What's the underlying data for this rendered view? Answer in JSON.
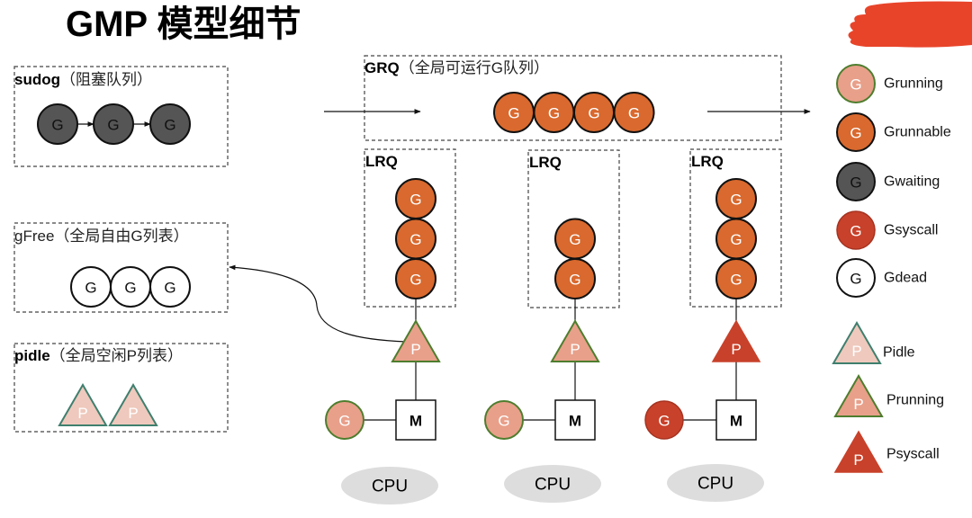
{
  "title": "GMP 模型细节",
  "colors": {
    "grunning_fill": "#E8A08A",
    "grunning_stroke": "#4E7D2E",
    "grunnable_fill": "#D9692E",
    "gwaiting_fill": "#555555",
    "gsyscall_fill": "#C8412A",
    "gsyscall_stroke": "#A63321",
    "gdead_fill": "#FFFFFF",
    "pidle_fill": "#EFC9BD",
    "pidle_stroke": "#3F7F6E",
    "prunning_fill": "#E8A08A",
    "prunning_stroke": "#4E7D2E",
    "psyscall_fill": "#C8412A",
    "redaction": "#E8442A",
    "cpu_fill": "#DDDDDD"
  },
  "boxes": {
    "sudog": {
      "name": "sudog",
      "desc": "（阻塞队列）",
      "g_state": "Gwaiting",
      "count": 3
    },
    "gfree": {
      "name": "gFree",
      "desc": "（全局自由G列表）",
      "g_state": "Gdead",
      "count": 3
    },
    "pidle": {
      "name": "pidle",
      "desc": "（全局空闲P列表）",
      "p_state": "Pidle",
      "count": 2
    },
    "grq": {
      "name": "GRQ",
      "desc": "（全局可运行G队列）",
      "g_state": "Grunnable",
      "count": 4
    }
  },
  "glyphs": {
    "g": "G",
    "p": "P",
    "m": "M",
    "cpu": "CPU"
  },
  "processors": [
    {
      "lrq_label": "LRQ",
      "lrq_count": 3,
      "p_state": "Prunning",
      "running_g": "Grunning",
      "m": "M",
      "cpu": "CPU"
    },
    {
      "lrq_label": "LRQ",
      "lrq_count": 2,
      "p_state": "Prunning",
      "running_g": "Grunning",
      "m": "M",
      "cpu": "CPU"
    },
    {
      "lrq_label": "LRQ",
      "lrq_count": 3,
      "p_state": "Psyscall",
      "running_g": "Gsyscall",
      "m": "M",
      "cpu": "CPU"
    }
  ],
  "legend": {
    "g_states": [
      {
        "key": "Grunning",
        "label": "Grunning"
      },
      {
        "key": "Grunnable",
        "label": "Grunnable"
      },
      {
        "key": "Gwaiting",
        "label": "Gwaiting"
      },
      {
        "key": "Gsyscall",
        "label": "Gsyscall"
      },
      {
        "key": "Gdead",
        "label": "Gdead"
      }
    ],
    "p_states": [
      {
        "key": "Pidle",
        "label": "Pidle"
      },
      {
        "key": "Prunning",
        "label": "Prunning"
      },
      {
        "key": "Psyscall",
        "label": "Psyscall"
      }
    ]
  }
}
